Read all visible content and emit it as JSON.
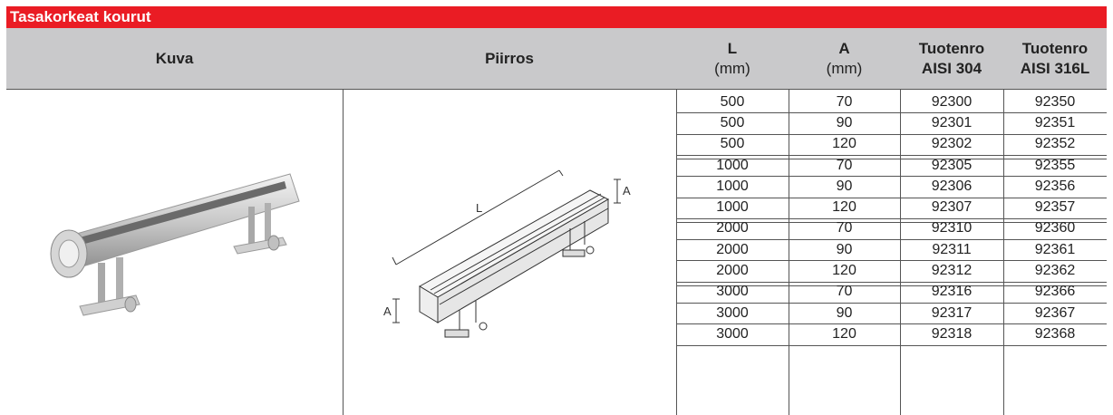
{
  "title": "Tasakorkeat kourut",
  "headers": {
    "image": "Kuva",
    "drawing": "Piirros",
    "length": [
      "L",
      "(mm)"
    ],
    "height": [
      "A",
      "(mm)"
    ],
    "aisi304": [
      "Tuotenro",
      "AISI 304"
    ],
    "aisi316": [
      "Tuotenro",
      "AISI 316L"
    ]
  },
  "drawing_labels": {
    "length": "L",
    "height_top": "A",
    "height_left": "A"
  },
  "rows": [
    [
      "500",
      "70",
      "92300",
      "92350"
    ],
    [
      "500",
      "90",
      "92301",
      "92351"
    ],
    [
      "500",
      "120",
      "92302",
      "92352"
    ],
    [
      "1000",
      "70",
      "92305",
      "92355"
    ],
    [
      "1000",
      "90",
      "92306",
      "92356"
    ],
    [
      "1000",
      "120",
      "92307",
      "92357"
    ],
    [
      "2000",
      "70",
      "92310",
      "92360"
    ],
    [
      "2000",
      "90",
      "92311",
      "92361"
    ],
    [
      "2000",
      "120",
      "92312",
      "92362"
    ],
    [
      "3000",
      "70",
      "92316",
      "92366"
    ],
    [
      "3000",
      "90",
      "92317",
      "92367"
    ],
    [
      "3000",
      "120",
      "92318",
      "92368"
    ]
  ],
  "colors": {
    "title_bg": "#ea1c24",
    "header_bg": "#c9c9cb",
    "grid": "#555555"
  }
}
